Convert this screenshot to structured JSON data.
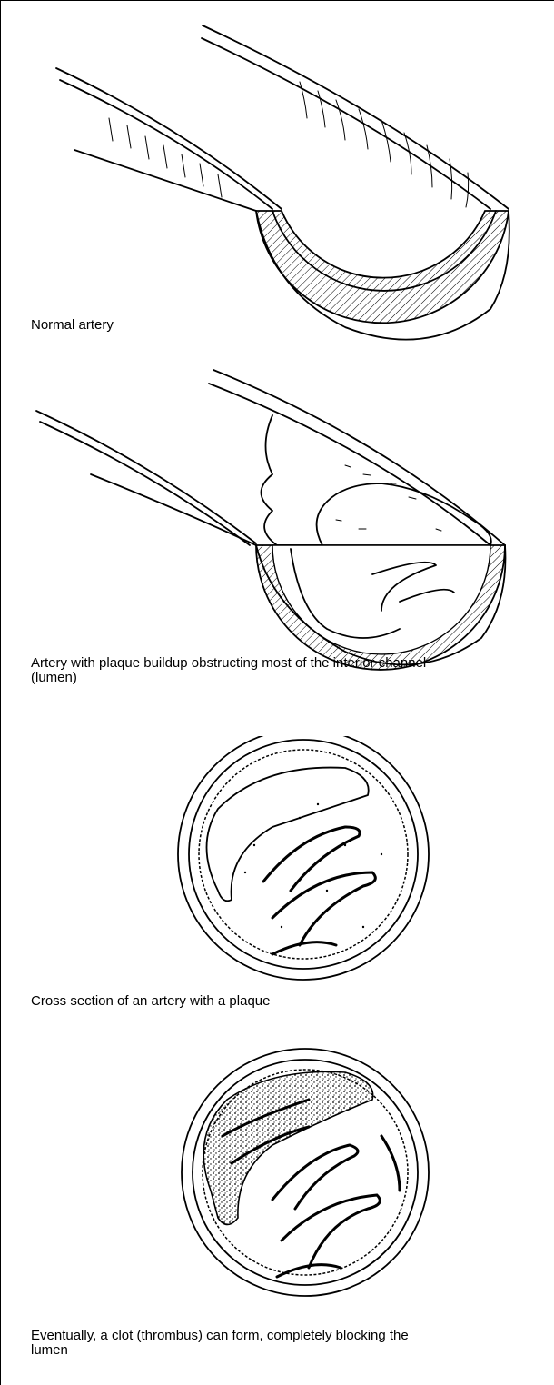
{
  "figures": [
    {
      "caption": "Normal artery"
    },
    {
      "caption": "Artery with plaque buildup obstructing most of the interior channel (lumen)"
    },
    {
      "caption": "Cross section of an artery with a plaque"
    },
    {
      "caption": "Eventually, a clot (thrombus) can form, completely blocking the lumen"
    }
  ]
}
